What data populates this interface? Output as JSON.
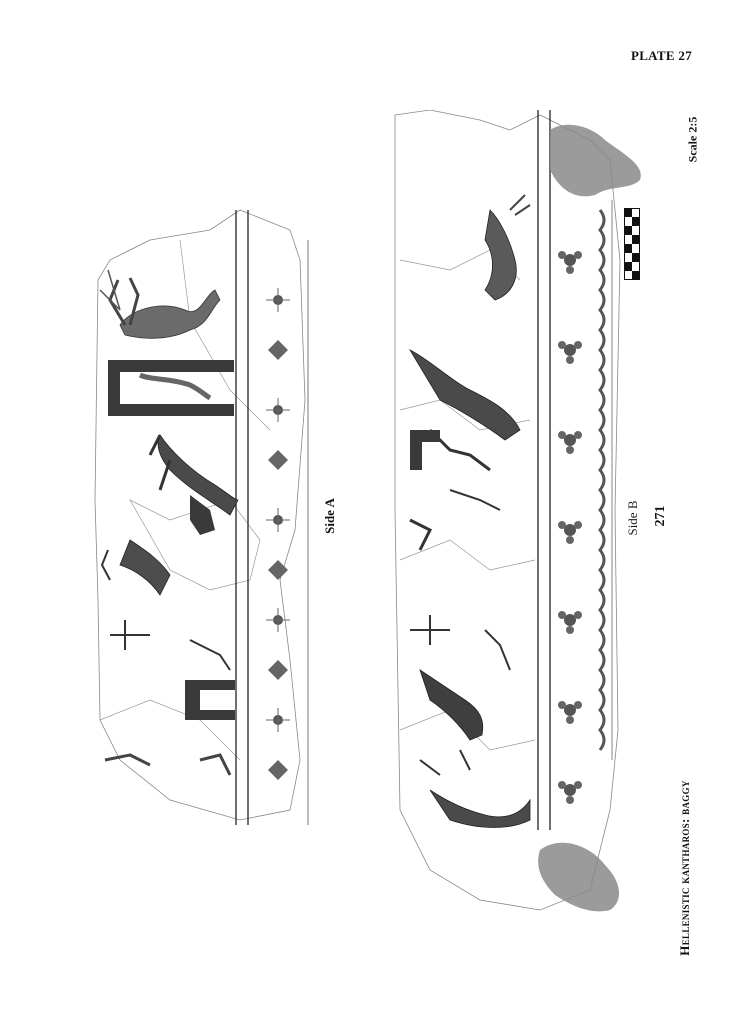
{
  "plate": {
    "label": "PLATE 27"
  },
  "scale": {
    "text": "Scale 2:5"
  },
  "drawing": {
    "side_a_label": "Side A",
    "side_b_label": "Side B"
  },
  "page": {
    "number": "271",
    "running_title": "Hellenistic kantharos: baggy"
  }
}
